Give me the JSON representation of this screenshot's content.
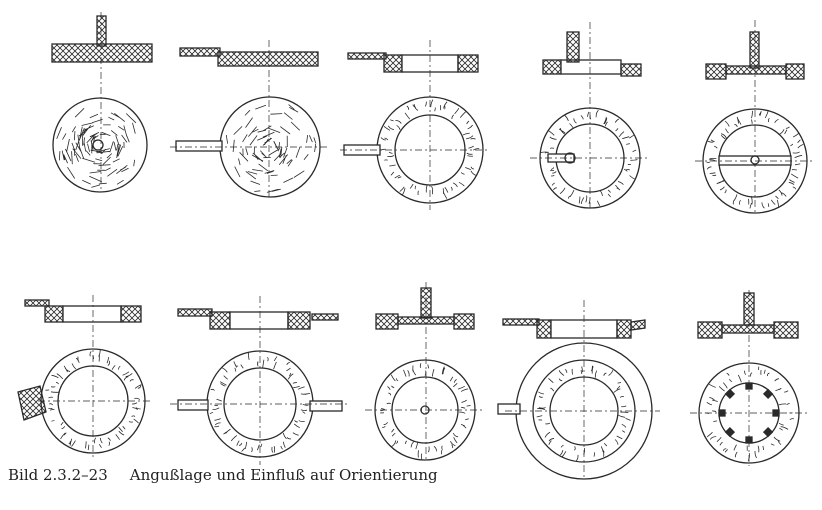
{
  "caption": {
    "label": "Bild 2.3.2–23",
    "text": "Angußlage und Einfluß auf Orientierung"
  },
  "colors": {
    "ink": "#2a2a2a",
    "paper": "#ffffff"
  },
  "variants": [
    {
      "id": "1",
      "row": 1,
      "shape": "disc",
      "gate": "center-sprue"
    },
    {
      "id": "2",
      "row": 1,
      "shape": "disc",
      "gate": "side-film"
    },
    {
      "id": "3",
      "row": 1,
      "shape": "ring",
      "gate": "side-film"
    },
    {
      "id": "4",
      "row": 1,
      "shape": "ring",
      "gate": "center-sprue-inner-point"
    },
    {
      "id": "5",
      "row": 1,
      "shape": "ring",
      "gate": "center-sprue-spider"
    },
    {
      "id": "6",
      "row": 2,
      "shape": "ring",
      "gate": "side-tangential"
    },
    {
      "id": "7",
      "row": 2,
      "shape": "ring",
      "gate": "two-side-film"
    },
    {
      "id": "8",
      "row": 2,
      "shape": "ring",
      "gate": "center-sprue-diaphragm"
    },
    {
      "id": "9",
      "row": 2,
      "shape": "ring-large",
      "gate": "side-film"
    },
    {
      "id": "10",
      "row": 2,
      "shape": "ring",
      "gate": "center-sprue-spider-8"
    }
  ]
}
